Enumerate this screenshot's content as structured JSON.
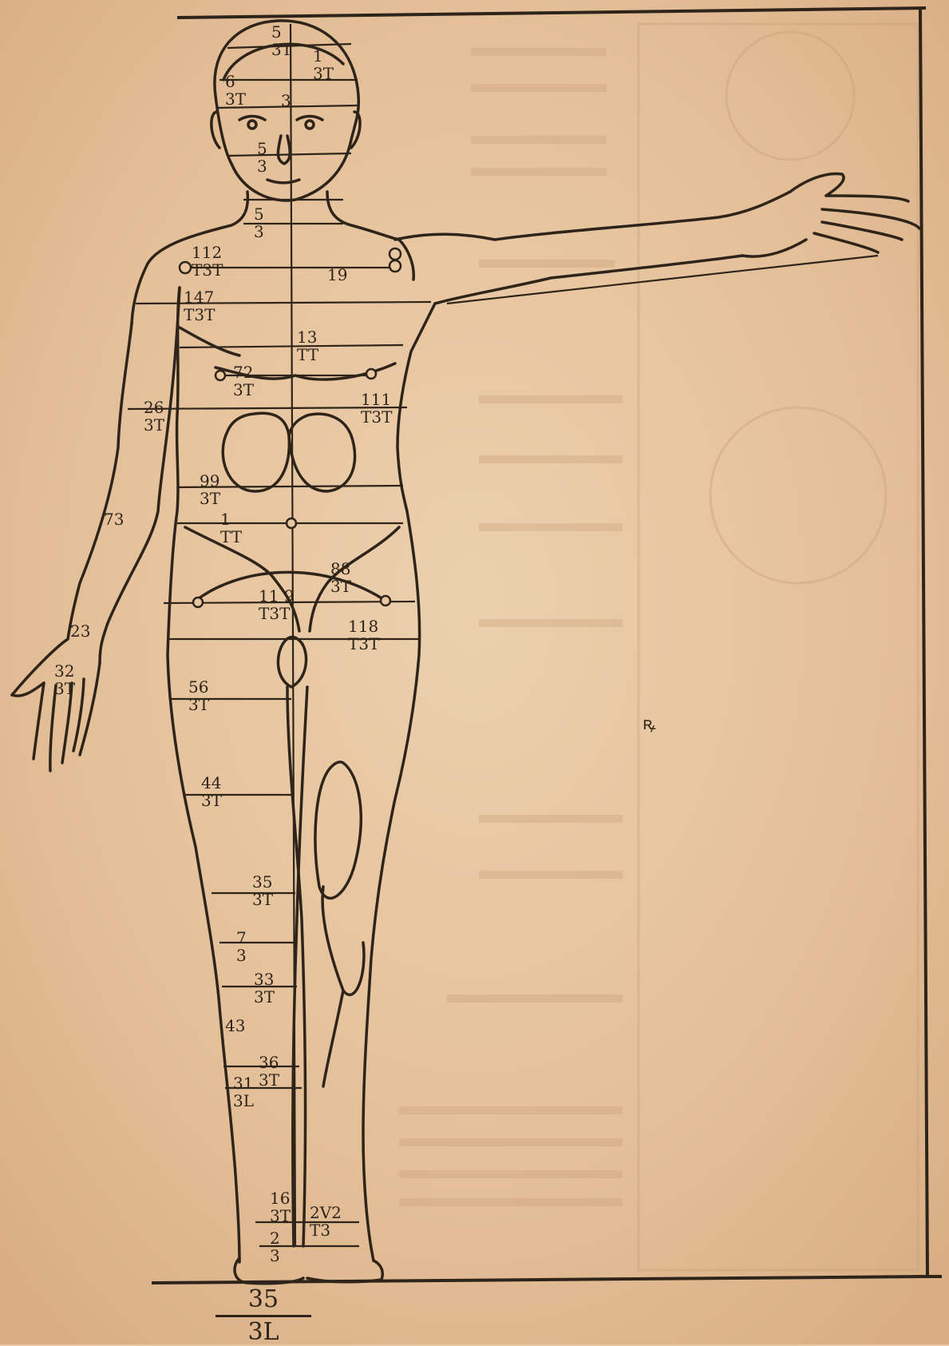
{
  "image": {
    "subject": "proportion woodcut",
    "colors": {
      "paper": "#e8c7a1",
      "ink": "#2e241a",
      "faint": "#b58e6a"
    }
  },
  "signature": "ꝶ",
  "scale": {
    "top": "35",
    "bottom": "3L"
  },
  "annotations": [
    {
      "top": "5",
      "bot": "3T"
    },
    {
      "top": "1",
      "bot": "3T"
    },
    {
      "top": "6",
      "bot": "3T"
    },
    {
      "top": "3",
      "bot": ""
    },
    {
      "top": "5",
      "bot": "3"
    },
    {
      "top": "5",
      "bot": "3"
    },
    {
      "top": "112",
      "bot": "T3T"
    },
    {
      "top": "19",
      "bot": ""
    },
    {
      "top": "147",
      "bot": "T3T"
    },
    {
      "top": "13",
      "bot": "TT"
    },
    {
      "top": "72",
      "bot": "3T"
    },
    {
      "top": "26",
      "bot": "3T"
    },
    {
      "top": "111",
      "bot": "T3T"
    },
    {
      "top": "99",
      "bot": "3T"
    },
    {
      "top": "1",
      "bot": "TT"
    },
    {
      "top": "88",
      "bot": "3T"
    },
    {
      "top": "11 9",
      "bot": "T3T"
    },
    {
      "top": "118",
      "bot": "T3T"
    },
    {
      "top": "73",
      "bot": ""
    },
    {
      "top": "23",
      "bot": ""
    },
    {
      "top": "32",
      "bot": "3T"
    },
    {
      "top": "56",
      "bot": "3T"
    },
    {
      "top": "44",
      "bot": "3T"
    },
    {
      "top": "35",
      "bot": "3T"
    },
    {
      "top": "7",
      "bot": "3"
    },
    {
      "top": "33",
      "bot": "3T"
    },
    {
      "top": "43",
      "bot": ""
    },
    {
      "top": "36",
      "bot": "3T"
    },
    {
      "top": "31",
      "bot": "3L"
    },
    {
      "top": "16",
      "bot": "3T"
    },
    {
      "top": "2V2",
      "bot": "T3"
    },
    {
      "top": "2",
      "bot": "3"
    }
  ]
}
